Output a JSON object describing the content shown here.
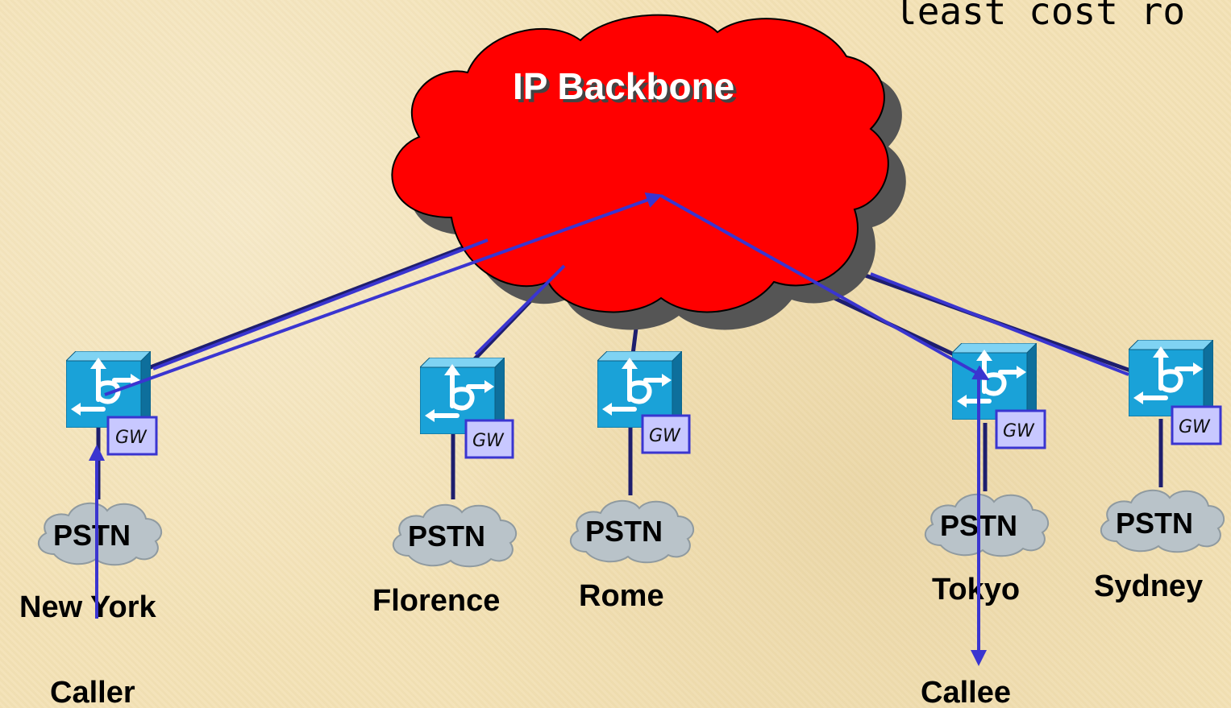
{
  "header": {
    "title_fragment": "least cost ro"
  },
  "backbone": {
    "label": "IP Backbone"
  },
  "sites": [
    {
      "name": "New York",
      "pstn": "PSTN",
      "gw": "GW"
    },
    {
      "name": "Florence",
      "pstn": "PSTN",
      "gw": "GW"
    },
    {
      "name": "Rome",
      "pstn": "PSTN",
      "gw": "GW"
    },
    {
      "name": "Tokyo",
      "pstn": "PSTN",
      "gw": "GW"
    },
    {
      "name": "Sydney",
      "pstn": "PSTN",
      "gw": "GW"
    }
  ],
  "roles": {
    "caller": "Caller",
    "callee": "Callee"
  },
  "colors": {
    "background": "#f3e2b6",
    "backbone_cloud": "#ff0000",
    "pstn_cloud": "#b9c3c9",
    "router": "#1aa2d8",
    "gateway_box": "#c8c8ff",
    "call_path": "#3a35d0"
  },
  "icons": {
    "router": "router-icon",
    "cloud": "cloud-icon",
    "arrow": "arrow-icon"
  }
}
